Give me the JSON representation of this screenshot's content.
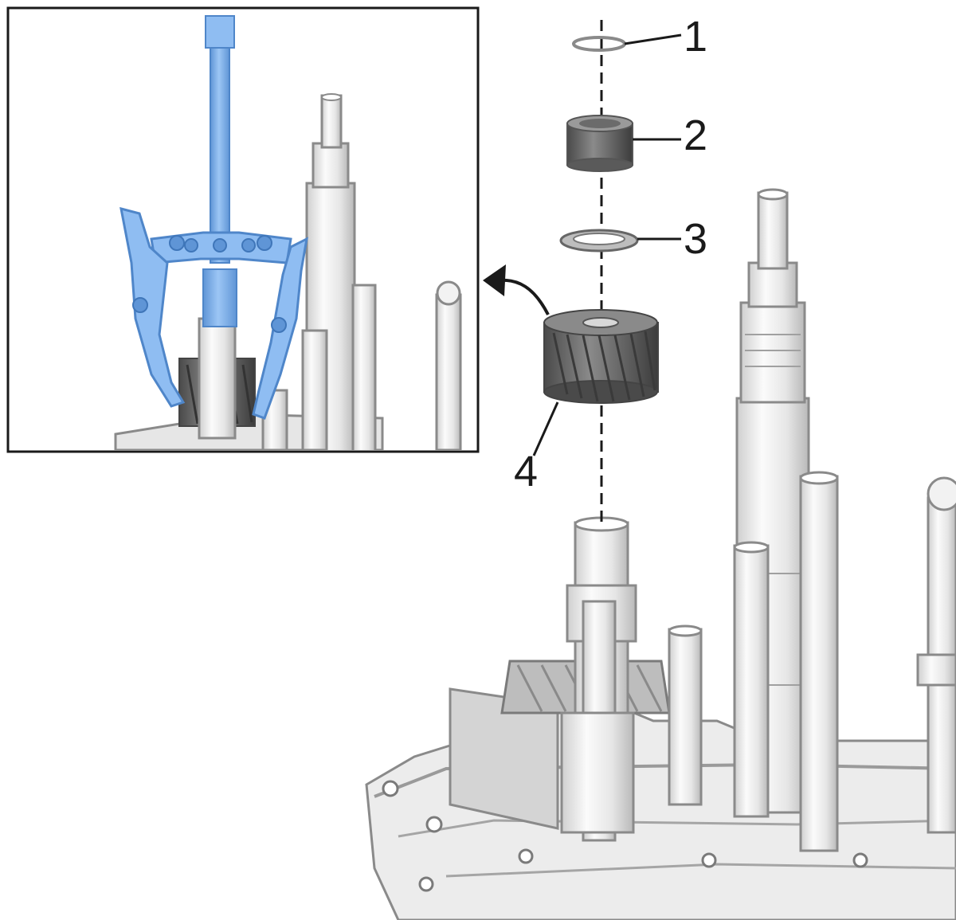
{
  "callouts": [
    {
      "label": "1",
      "part": "snap-ring"
    },
    {
      "label": "2",
      "part": "bushing"
    },
    {
      "label": "3",
      "part": "thrust-washer"
    },
    {
      "label": "4",
      "part": "helical-gear"
    }
  ],
  "colors": {
    "tool_blue": "#7fb3ee",
    "tool_blue_dark": "#4f86c9",
    "metal_light": "#f4f4f4",
    "metal_mid": "#d9d9d9",
    "metal_dark": "#9a9a9a",
    "gear_dark": "#5c5c5c",
    "line": "#1a1a1a"
  },
  "icons": {
    "inset_tool": "gear-puller-icon",
    "arrow": "curved-arrow-icon"
  }
}
